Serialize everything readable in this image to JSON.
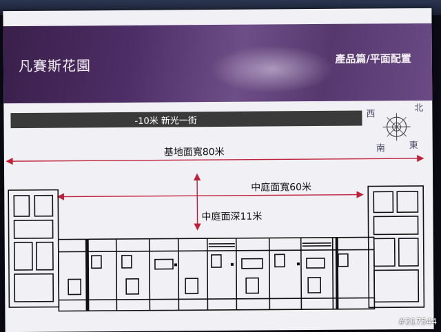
{
  "header": {
    "brand": "凡賽斯花園",
    "section": "產品篇/平面配置"
  },
  "road": "-10米 新光一街",
  "dimensions": {
    "site_width": "基地面寬80米",
    "courtyard_width": "中庭面寬60米",
    "courtyard_depth": "中庭面深11米"
  },
  "compass": {
    "north": "北",
    "east": "東",
    "south": "南",
    "west": "西"
  },
  "watermark": "#317544",
  "colors": {
    "banner": "#4d2e66",
    "dimension_line": "#c0203a",
    "plan_line": "#111111"
  }
}
